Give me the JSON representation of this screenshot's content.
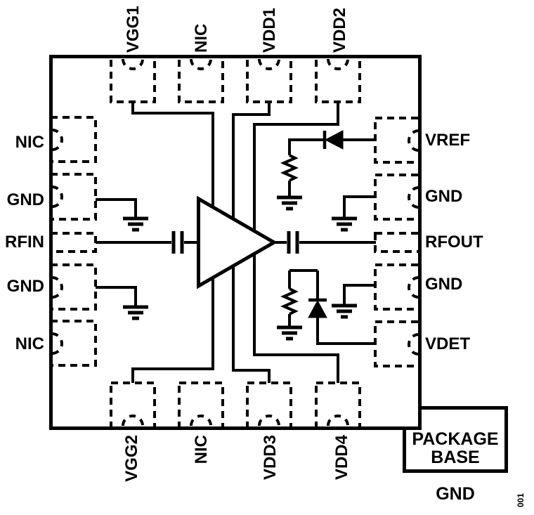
{
  "diagram_title": "amplifier-functional-block-diagram",
  "chip": {
    "pins": {
      "top": [
        "VGG1",
        "NIC",
        "VDD1",
        "VDD2"
      ],
      "bottom": [
        "VGG2",
        "NIC",
        "VDD3",
        "VDD4"
      ],
      "left": [
        "NIC",
        "GND",
        "RFIN",
        "GND",
        "NIC"
      ],
      "right": [
        "VREF",
        "GND",
        "RFOUT",
        "GND",
        "VDET"
      ]
    }
  },
  "package_base": {
    "label_line1": "PACKAGE",
    "label_line2": "BASE",
    "ground_label": "GND"
  },
  "figure_number": "001",
  "colors": {
    "line": "#000000",
    "background": "#ffffff"
  }
}
